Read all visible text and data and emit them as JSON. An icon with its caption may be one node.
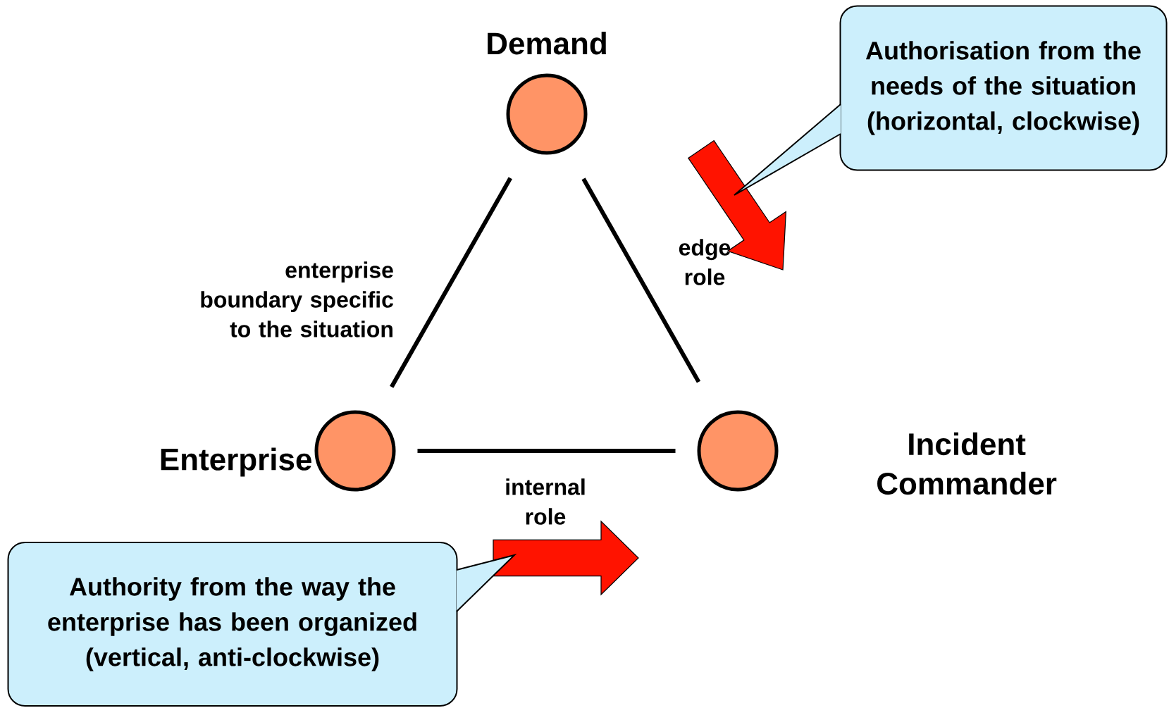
{
  "diagram": {
    "nodes": [
      {
        "text": [
          "Demand"
        ]
      },
      {
        "text": [
          "Enterprise"
        ]
      },
      {
        "text": [
          "Incident Commander"
        ]
      },
      {
        "text": [
          "Authorisation from the needs of the situation (horizontal, clockwise)"
        ]
      },
      {
        "text": [
          "Authority from the way the enterprise has been organized (vertical, anti-clockwise)"
        ]
      }
    ],
    "edges": [
      {
        "from": 0,
        "to": 1,
        "arrow": "none",
        "label": "enterprise boundary specific to the situation"
      },
      {
        "from": 0,
        "to": 2,
        "arrow": "none",
        "label": "edge role"
      },
      {
        "from": 1,
        "to": 2,
        "arrow": "none",
        "label": "internal role"
      }
    ]
  }
}
